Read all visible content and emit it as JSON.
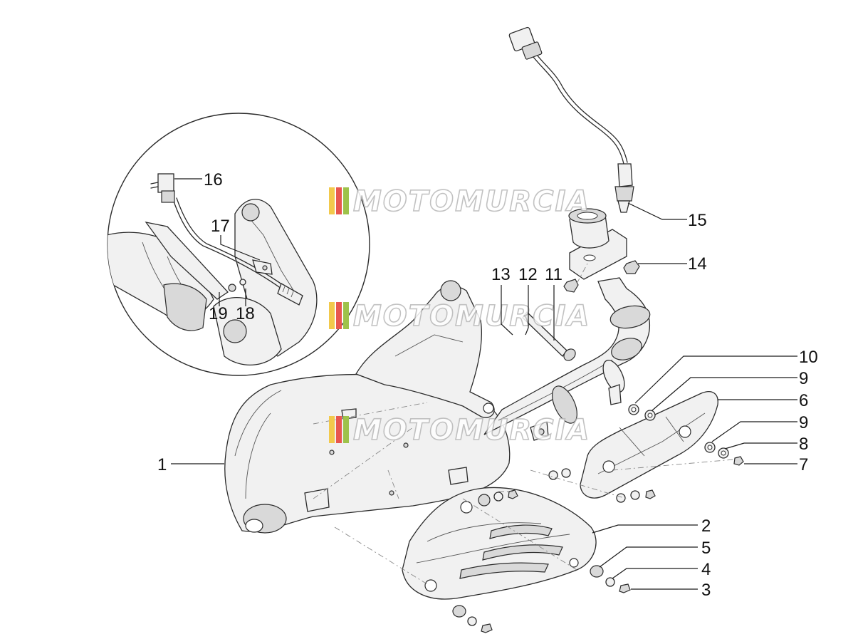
{
  "watermark": {
    "text": "MOTOMURCIA",
    "bar_colors": [
      "#f2c94c",
      "#e8574e",
      "#9ec24a"
    ]
  },
  "callouts": {
    "c1": "1",
    "c2": "2",
    "c3": "3",
    "c4": "4",
    "c5": "5",
    "c6": "6",
    "c7": "7",
    "c8": "8",
    "c9a": "9",
    "c9b": "9",
    "c10": "10",
    "c11": "11",
    "c12": "12",
    "c13": "13",
    "c14": "14",
    "c15": "15",
    "c16": "16",
    "c17": "17",
    "c18": "18",
    "c19": "19"
  }
}
